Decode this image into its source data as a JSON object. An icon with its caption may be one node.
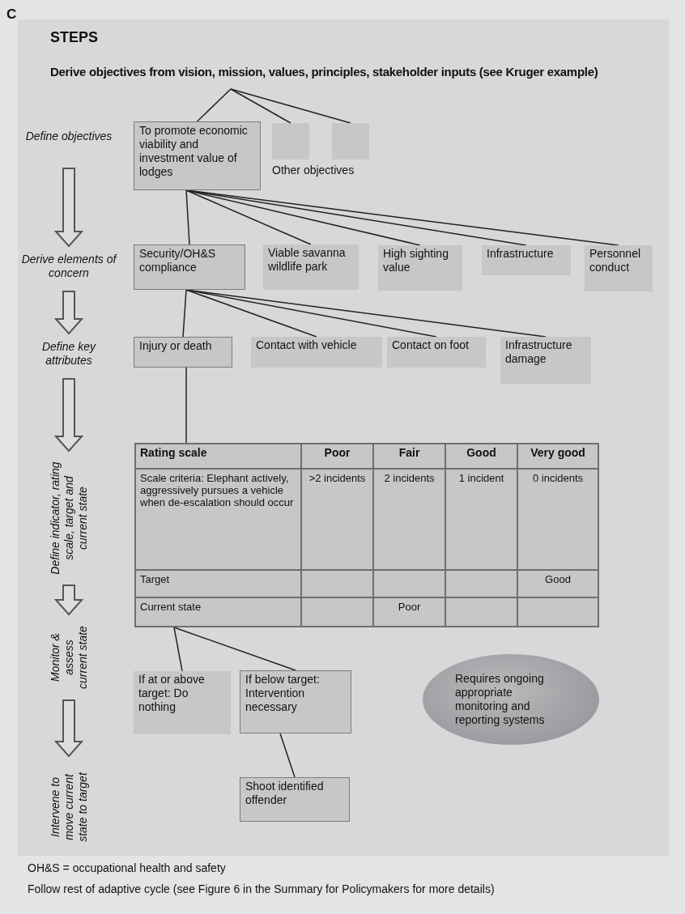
{
  "diagram": {
    "title": "STEPS",
    "nodes": [
      {
        "text": [
          "Derive objectives from vision, mission, values, principles, stakeholder inputs (see Kruger example)"
        ]
      },
      {
        "text": [
          "To promote economic viability and investment value of lodges"
        ]
      },
      {
        "text": [],
        "shape": "box"
      },
      {
        "text": [],
        "shape": "box"
      },
      {
        "text": [
          "Security/OH&S compliance"
        ]
      },
      {
        "text": [
          "Viable savanna wildlife park"
        ]
      },
      {
        "text": [
          "High sighting value"
        ]
      },
      {
        "text": [
          "Infrastructure"
        ]
      },
      {
        "text": [
          "Personnel conduct"
        ]
      },
      {
        "text": [
          "Injury or death"
        ]
      },
      {
        "text": [
          "Contact with vehicle"
        ]
      },
      {
        "text": [
          "Contact on foot"
        ]
      },
      {
        "text": [
          "Infrastructure damage"
        ]
      },
      {
        "text": [],
        "shape": "table"
      },
      {
        "text": [
          "If at or above target: Do nothing"
        ]
      },
      {
        "text": [
          "If below target: Intervention necessary"
        ]
      },
      {
        "text": [
          "Shoot identified offender"
        ]
      },
      {
        "text": [
          "Requires ongoing appropriate monitoring and reporting systems"
        ]
      },
      {
        "text": [
          "Define objectives"
        ]
      },
      {
        "text": [
          "Derive elements of concern"
        ]
      },
      {
        "text": [
          "Define key attributes"
        ]
      },
      {
        "text": [
          "Define indicator, rating scale, target and current state"
        ]
      },
      {
        "text": [
          "Monitor & assess current state"
        ]
      },
      {
        "text": [
          "Intervene to move current state to target"
        ]
      }
    ],
    "edges": [
      {
        "from": 0,
        "to": 1,
        "arrow": "none"
      },
      {
        "from": 0,
        "to": 2,
        "arrow": "none"
      },
      {
        "from": 0,
        "to": 3,
        "arrow": "none"
      },
      {
        "from": 1,
        "to": 4,
        "arrow": "none"
      },
      {
        "from": 1,
        "to": 5,
        "arrow": "none"
      },
      {
        "from": 1,
        "to": 6,
        "arrow": "none"
      },
      {
        "from": 1,
        "to": 7,
        "arrow": "none"
      },
      {
        "from": 1,
        "to": 8,
        "arrow": "none"
      },
      {
        "from": 4,
        "to": 9,
        "arrow": "none"
      },
      {
        "from": 4,
        "to": 10,
        "arrow": "none"
      },
      {
        "from": 4,
        "to": 11,
        "arrow": "none"
      },
      {
        "from": 4,
        "to": 12,
        "arrow": "none"
      },
      {
        "from": 9,
        "to": 13,
        "arrow": "none"
      },
      {
        "from": 13,
        "to": 14,
        "arrow": "none"
      },
      {
        "from": 13,
        "to": 15,
        "arrow": "none"
      },
      {
        "from": 15,
        "to": 16,
        "arrow": "none"
      },
      {
        "from": 18,
        "to": 19,
        "arrow": "to",
        "style": "thick"
      },
      {
        "from": 19,
        "to": 20,
        "arrow": "to",
        "style": "thick"
      },
      {
        "from": 20,
        "to": 21,
        "arrow": "to",
        "style": "thick"
      },
      {
        "from": 21,
        "to": 22,
        "arrow": "to",
        "style": "thick"
      },
      {
        "from": 22,
        "to": 23,
        "arrow": "to",
        "style": "thick"
      }
    ],
    "labels": [
      "C",
      "Other objectives",
      "Rating scale",
      "Poor",
      "Fair",
      "Good",
      "Very good",
      "Scale criteria: Elephant actively, aggressively pursues a vehicle when de-escalation should occur",
      ">2 incidents",
      "2 incidents",
      "1 incident",
      "0 incidents",
      "Target",
      "Good",
      "Current state",
      "Poor",
      "OH&S = occupational health and safety",
      "Follow rest of adaptive cycle (see Figure 6 in the Summary for Policymakers for more details)"
    ]
  }
}
